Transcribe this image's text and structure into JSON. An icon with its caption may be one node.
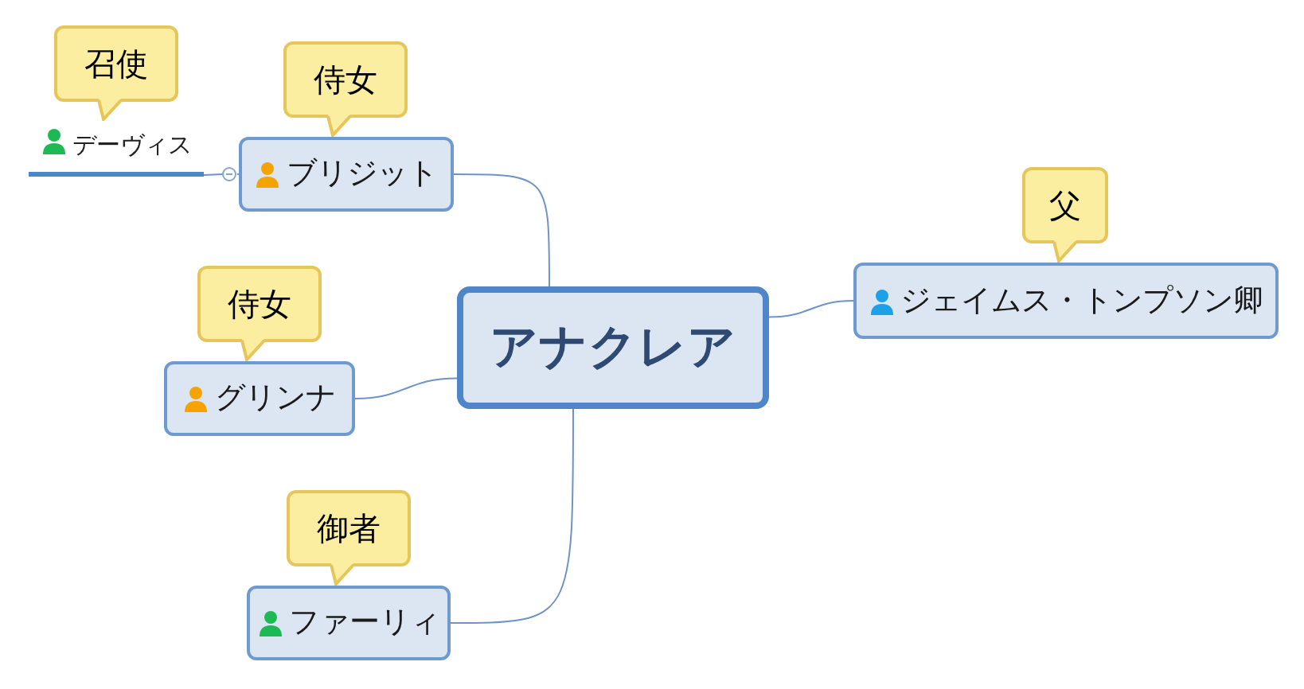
{
  "diagram": {
    "nodes": [
      {
        "text": [
          "アナクレア"
        ]
      },
      {
        "text": [
          "ブリジット"
        ],
        "beside": [
          "侍女"
        ]
      },
      {
        "text": [
          "デーヴィス"
        ],
        "beside": [
          "召使"
        ]
      },
      {
        "text": [
          "グリンナ"
        ],
        "beside": [
          "侍女"
        ]
      },
      {
        "text": [
          "ファーリィ"
        ],
        "beside": [
          "御者"
        ]
      },
      {
        "text": [
          "ジェイムス・トンプソン卿"
        ],
        "beside": [
          "父"
        ]
      }
    ],
    "edges": [
      {
        "from": 1,
        "to": 0,
        "arrow": "none"
      },
      {
        "from": 2,
        "to": 1,
        "arrow": "other"
      },
      {
        "from": 3,
        "to": 0,
        "arrow": "none"
      },
      {
        "from": 4,
        "to": 0,
        "arrow": "none"
      },
      {
        "from": 5,
        "to": 0,
        "arrow": "none"
      }
    ]
  }
}
